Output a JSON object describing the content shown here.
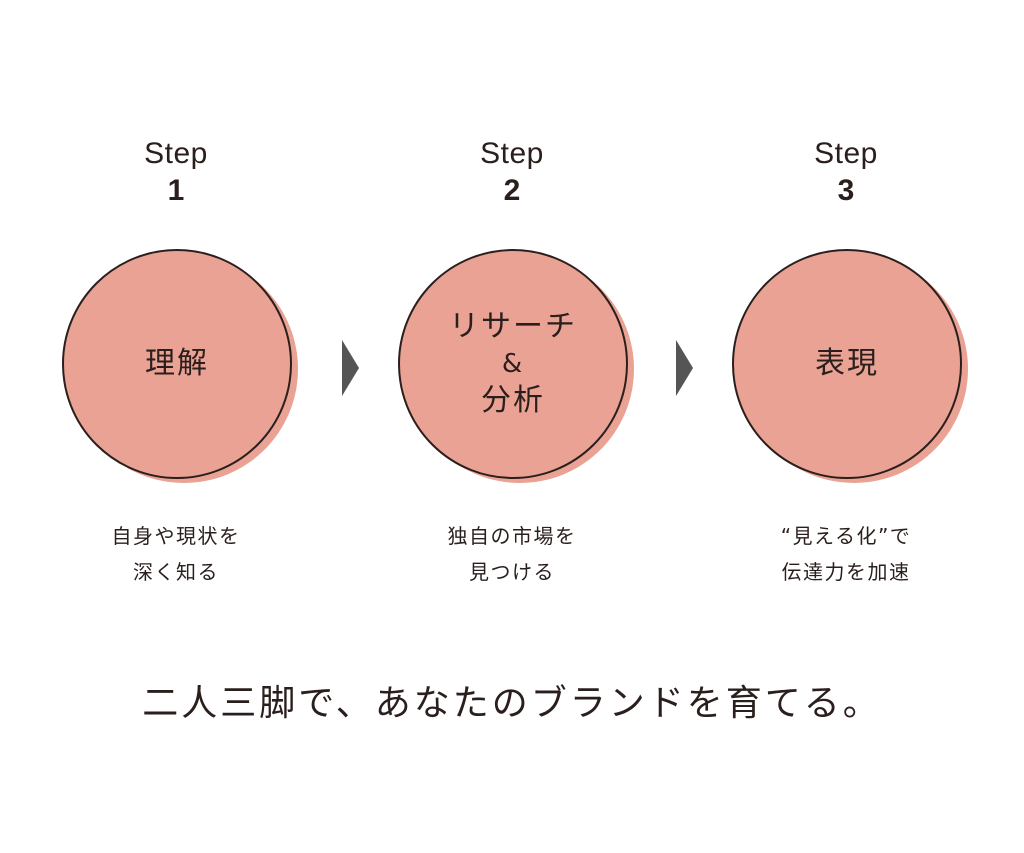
{
  "steps": [
    {
      "label": "Step",
      "number": "1",
      "circle_lines": [
        "理解"
      ],
      "description": [
        "自身や現状を",
        "深く知る"
      ]
    },
    {
      "label": "Step",
      "number": "2",
      "circle_lines": [
        "リサーチ",
        "&",
        "分析"
      ],
      "description": [
        "独自の市場を",
        "見つける"
      ]
    },
    {
      "label": "Step",
      "number": "3",
      "circle_lines": [
        "表現"
      ],
      "description": [
        "“見える化”で",
        "伝達力を加速"
      ]
    }
  ],
  "tagline": "二人三脚で、あなたのブランドを育てる。",
  "colors": {
    "circle_fill": "#e9a293",
    "outline": "#2a1f1d",
    "arrow": "#555555",
    "text": "#2a1f1d"
  },
  "icons": [
    "chevron-right-icon",
    "chevron-right-icon"
  ]
}
